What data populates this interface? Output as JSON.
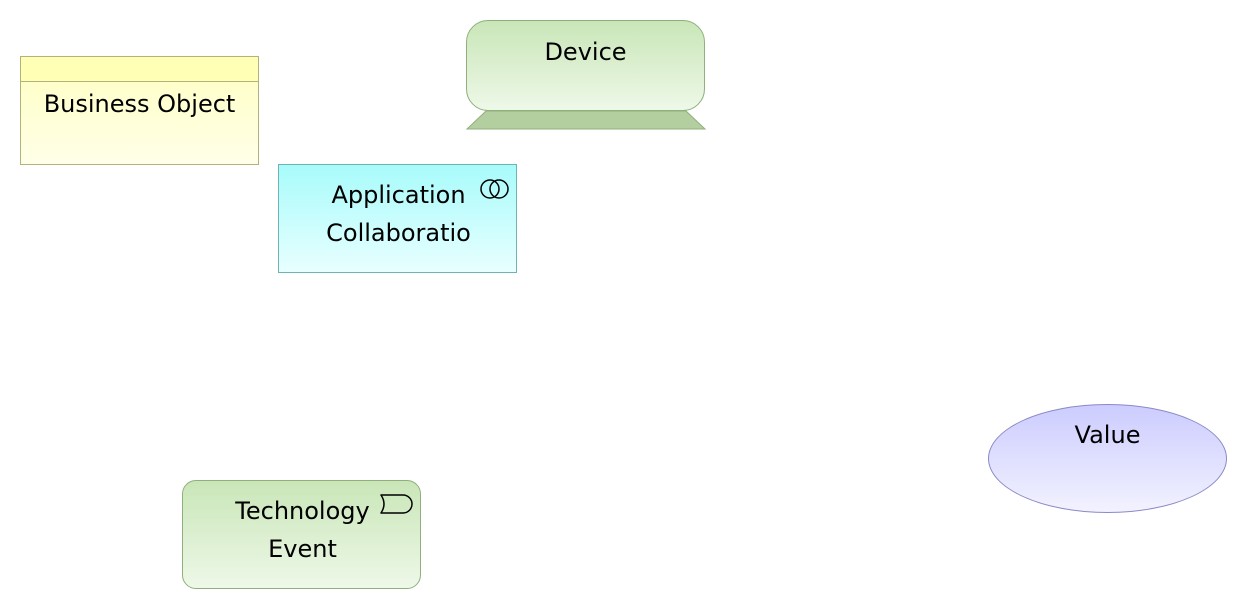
{
  "diagram": {
    "elements": [
      {
        "id": "business-object",
        "type": "Business Object",
        "label": "Business Object",
        "fill": "#ffffc2"
      },
      {
        "id": "device",
        "type": "Device",
        "label": "Device",
        "fill": "#c9e6b8"
      },
      {
        "id": "application-collaboration",
        "type": "Application Collaboration",
        "label_lines": [
          "Application",
          "Collaboratio"
        ],
        "icon": "collaboration-icon",
        "fill": "#a8fbfb"
      },
      {
        "id": "technology-event",
        "type": "Technology Event",
        "label_lines": [
          "Technology",
          "Event"
        ],
        "icon": "event-icon",
        "fill": "#c9e6b8"
      },
      {
        "id": "value",
        "type": "Value",
        "label": "Value",
        "fill": "#ccccff"
      }
    ]
  }
}
